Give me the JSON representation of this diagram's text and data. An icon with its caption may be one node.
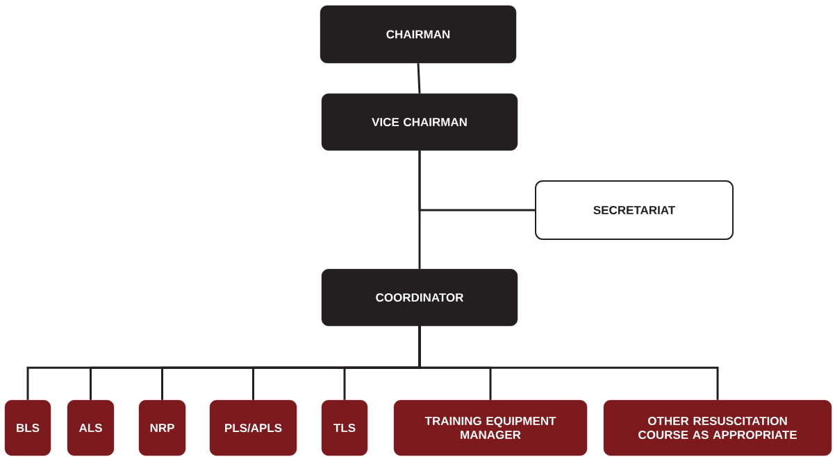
{
  "diagram": {
    "nodes": [
      {
        "text": [
          "CHAIRMAN"
        ]
      },
      {
        "text": [
          "VICE CHAIRMAN"
        ]
      },
      {
        "text": [
          "SECRETARIAT"
        ]
      },
      {
        "text": [
          "COORDINATOR"
        ]
      },
      {
        "text": [
          "BLS"
        ]
      },
      {
        "text": [
          "ALS"
        ]
      },
      {
        "text": [
          "NRP"
        ]
      },
      {
        "text": [
          "PLS/APLS"
        ]
      },
      {
        "text": [
          "TLS"
        ]
      },
      {
        "text": [
          "TRAINING EQUIPMENT MANAGER"
        ]
      },
      {
        "text": [
          "OTHER RESUSCITATION COURSE AS APPROPRIATE"
        ]
      }
    ],
    "edges": [
      {
        "from": 0,
        "to": 1,
        "arrow": "none"
      },
      {
        "from": 1,
        "to": 3,
        "arrow": "none"
      },
      {
        "from": 1,
        "to": 2,
        "arrow": "none"
      },
      {
        "from": 3,
        "to": 4,
        "arrow": "none"
      },
      {
        "from": 3,
        "to": 5,
        "arrow": "none"
      },
      {
        "from": 3,
        "to": 6,
        "arrow": "none"
      },
      {
        "from": 3,
        "to": 7,
        "arrow": "none"
      },
      {
        "from": 3,
        "to": 8,
        "arrow": "none"
      },
      {
        "from": 3,
        "to": 9,
        "arrow": "none"
      },
      {
        "from": 3,
        "to": 10,
        "arrow": "none"
      }
    ]
  }
}
